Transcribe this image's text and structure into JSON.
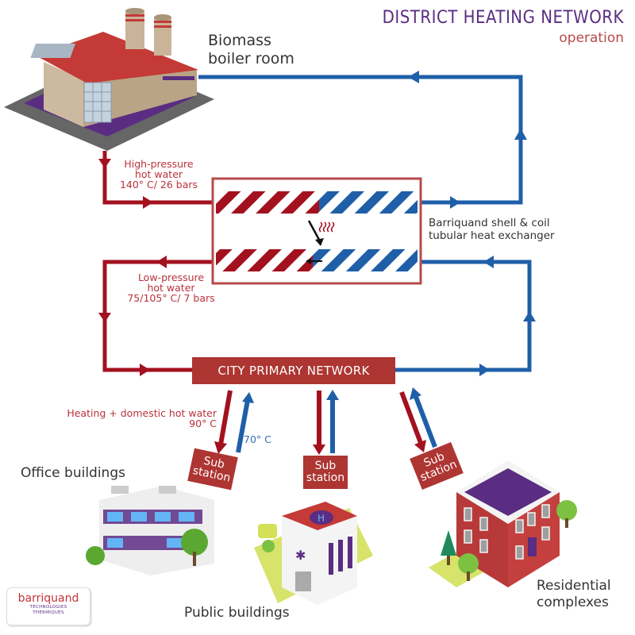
{
  "header": {
    "title": "DISTRICT HEATING NETWORK",
    "subtitle": "operation"
  },
  "colors": {
    "hot": "#a3111f",
    "cold": "#1f5fa8",
    "box": "#ad3532",
    "purple": "#5a2d82"
  },
  "plant": {
    "label_line1": "Biomass",
    "label_line2": "boiler room"
  },
  "flows": {
    "high_pressure": [
      "High-pressure",
      "hot water",
      "140° C/ 26 bars"
    ],
    "low_pressure": [
      "Low-pressure",
      "hot water",
      "75/105° C/ 7 bars"
    ],
    "heating": [
      "Heating + domestic hot water",
      "90° C"
    ],
    "return_temp": "70° C"
  },
  "exchanger": {
    "label_line1": "Barriquand shell & coil",
    "label_line2": "tubular heat exchanger"
  },
  "network": {
    "label": "CITY PRIMARY NETWORK"
  },
  "substations": [
    {
      "line1": "Sub",
      "line2": "station"
    },
    {
      "line1": "Sub",
      "line2": "station"
    },
    {
      "line1": "Sub",
      "line2": "station"
    }
  ],
  "buildings": {
    "office": "Office buildings",
    "public": "Public buildings",
    "residential_line1": "Residential",
    "residential_line2": "complexes"
  },
  "logo": {
    "name": "barriquand",
    "tag_line1": "TECHNOLOGIES",
    "tag_line2": "THERMIQUES"
  }
}
